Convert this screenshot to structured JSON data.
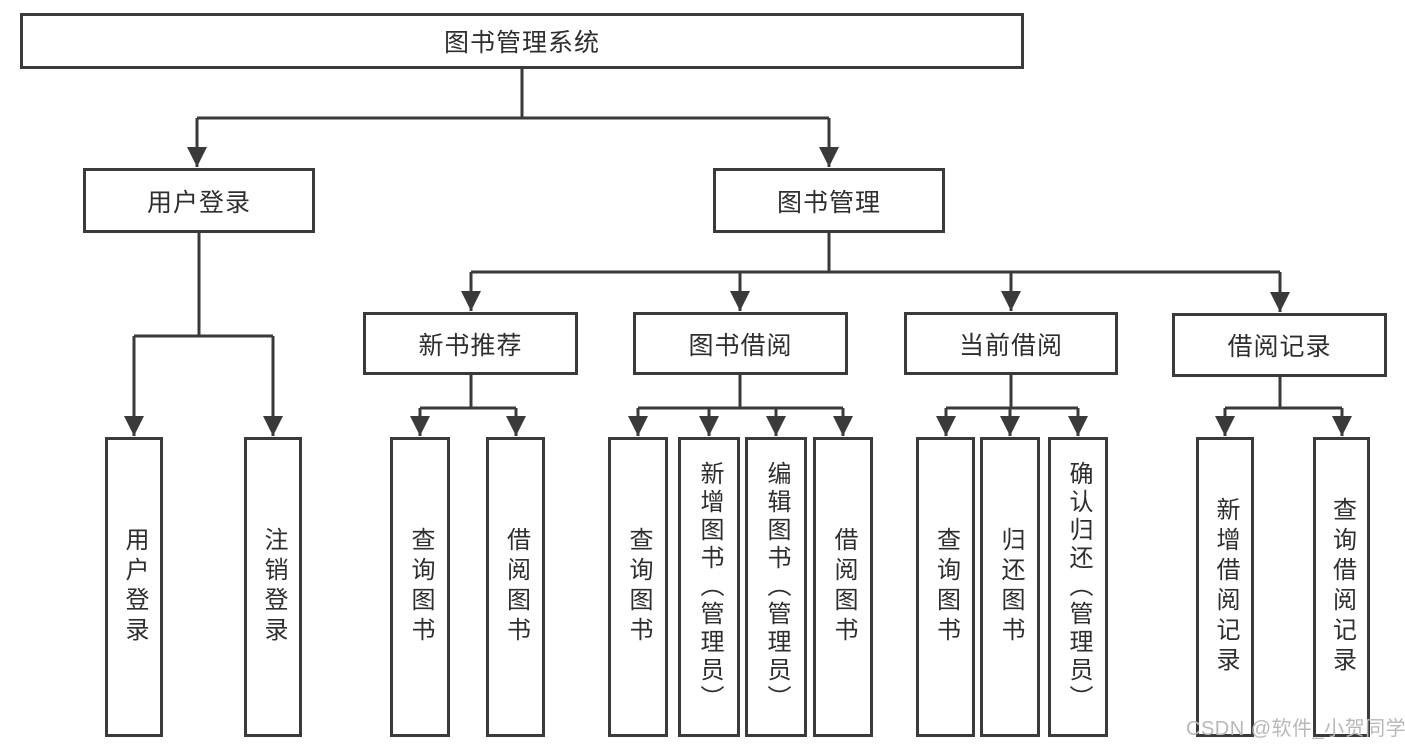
{
  "diagram_title": "图书管理系统",
  "tree": {
    "root": {
      "label": "图书管理系统"
    },
    "branches": [
      {
        "label": "用户登录",
        "children": [
          {
            "label": "用户登录"
          },
          {
            "label": "注销登录"
          }
        ]
      },
      {
        "label": "图书管理",
        "children": [
          {
            "label": "新书推荐",
            "children": [
              {
                "label": "查询图书"
              },
              {
                "label": "借阅图书"
              }
            ]
          },
          {
            "label": "图书借阅",
            "children": [
              {
                "label": "查询图书"
              },
              {
                "label": "新增图书（管理员）"
              },
              {
                "label": "编辑图书（管理员）"
              },
              {
                "label": "借阅图书"
              }
            ]
          },
          {
            "label": "当前借阅",
            "children": [
              {
                "label": "查询图书"
              },
              {
                "label": "归还图书"
              },
              {
                "label": "确认归还（管理员）"
              }
            ]
          },
          {
            "label": "借阅记录",
            "children": [
              {
                "label": "新增借阅记录"
              },
              {
                "label": "查询借阅记录"
              }
            ]
          }
        ]
      }
    ]
  },
  "watermark": {
    "text": "CSDN @软件_小贺同学"
  },
  "colors": {
    "line": "#3a3a3a",
    "box_border": "#3a3a3a",
    "text": "#2e2e2e",
    "watermark": "#b8b8b8",
    "background": "#ffffff"
  }
}
